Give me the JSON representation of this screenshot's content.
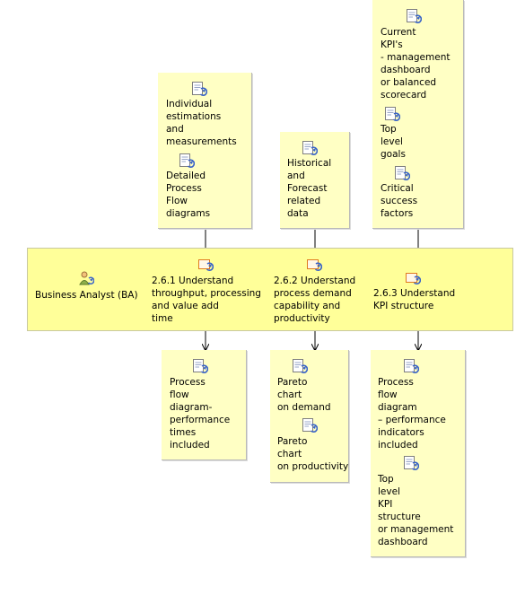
{
  "lane": {
    "role_label": "Business Analyst (BA)",
    "tasks": [
      {
        "label": "2.6.1 Understand\nthroughput, processing\nand value add\ntime"
      },
      {
        "label": "2.6.2 Understand\nprocess demand\ncapability and\nproductivity"
      },
      {
        "label": "2.6.3 Understand\nKPI structure"
      }
    ]
  },
  "inputs": {
    "task1": [
      {
        "label": "Individual\nestimations\nand\nmeasurements"
      },
      {
        "label": "Detailed\nProcess\nFlow\ndiagrams"
      }
    ],
    "task2": [
      {
        "label": "Historical\nand\nForecast\nrelated\ndata"
      }
    ],
    "task3": [
      {
        "label": "Current\nKPI's\n- management\ndashboard\nor balanced\nscorecard"
      },
      {
        "label": "Top\nlevel\ngoals"
      },
      {
        "label": "Critical\nsuccess\nfactors"
      }
    ]
  },
  "outputs": {
    "task1": [
      {
        "label": "Process\nflow\ndiagram-\nperformance\ntimes\nincluded"
      }
    ],
    "task2": [
      {
        "label": "Pareto\nchart\non demand"
      },
      {
        "label": "Pareto\nchart\non productivity"
      }
    ],
    "task3": [
      {
        "label": "Process\nflow\ndiagram\n– performance\nindicators\nincluded"
      },
      {
        "label": "Top\nlevel\nKPI\nstructure\nor management\ndashboard"
      }
    ]
  },
  "icons": {
    "document": "document-icon",
    "task": "task-icon",
    "role": "role-icon"
  },
  "colors": {
    "note_fill": "#ffffc4",
    "lane_fill": "#ffff99",
    "icon_blue": "#3a64c8",
    "icon_orange": "#e07a1f"
  }
}
